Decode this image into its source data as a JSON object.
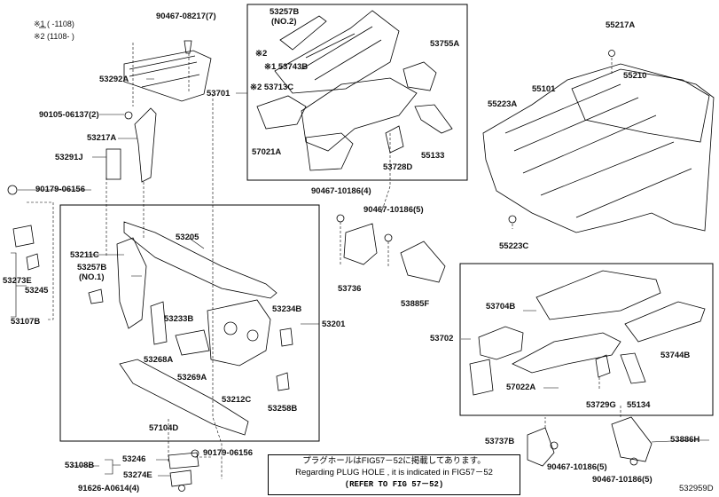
{
  "notes": [
    "※1 ( -1108)",
    "※2 (1108- )"
  ],
  "figure_id": "532959D",
  "callout_box": {
    "line1": "プラグホールはFIG57－52に掲載してあります。",
    "line2": "Regarding PLUG HOLE , it is indicated in FIG57－52",
    "line3": "(REFER TO FIG 57－52)"
  },
  "parts": {
    "p90467_08217": "90467-08217(7)",
    "p53257B_no2": "53257B",
    "p_no2": "(NO.2)",
    "p_mark2a": "※2",
    "p53743B": "※1 53743B",
    "p53713C": "※2 53713C",
    "p53755A": "53755A",
    "p53701": "53701",
    "p53292A": "53292A",
    "p90105_06137": "90105-06137(2)",
    "p53217A": "53217A",
    "p53291J": "53291J",
    "p90179_06156a": "90179-06156",
    "p57021A": "57021A",
    "p53728D": "53728D",
    "p55133": "55133",
    "p55217A": "55217A",
    "p55210": "55210",
    "p55101": "55101",
    "p55223A": "55223A",
    "p55223C": "55223C",
    "p90467_10186_4": "90467-10186(4)",
    "p90467_10186_5a": "90467-10186(5)",
    "p53205": "53205",
    "p53211C": "53211C",
    "p53257B_no1": "53257B",
    "p_no1": "(NO.1)",
    "p53273E": "53273E",
    "p53245": "53245",
    "p53107B": "53107B",
    "p53233B": "53233B",
    "p53234B": "53234B",
    "p53201": "53201",
    "p53268A": "53268A",
    "p53269A": "53269A",
    "p53212C": "53212C",
    "p53258B": "53258B",
    "p57104D": "57104D",
    "p53736": "53736",
    "p53885F": "53885F",
    "p53704B": "53704B",
    "p53702": "53702",
    "p53744B": "53744B",
    "p57022A": "57022A",
    "p53729G": "53729G",
    "p55134": "55134",
    "p53737B": "53737B",
    "p53886H": "53886H",
    "p90467_10186_5b": "90467-10186(5)",
    "p90467_10186_5c": "90467-10186(5)",
    "p53108B": "53108B",
    "p53246": "53246",
    "p53274E": "53274E",
    "p90179_06156b": "90179-06156",
    "p91626_A0614": "91626-A0614(4)"
  }
}
